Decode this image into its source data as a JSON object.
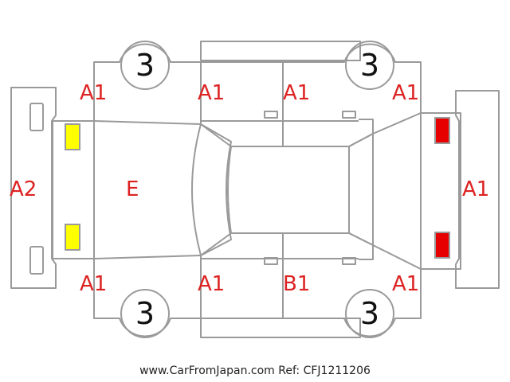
{
  "diagram": {
    "colors": {
      "outline": "#9a9a9a",
      "damage_text": "#dd2222",
      "lamp_front": "#ffff00",
      "lamp_rear": "#e60000"
    },
    "labels": {
      "front_bumper": "A2",
      "rear_bumper": "A1",
      "hood": "E",
      "left_front_fender": "A1",
      "left_front_door": "A1",
      "left_rear_door": "A1",
      "left_rear_fender": "A1",
      "right_front_fender": "A1",
      "right_front_door": "A1",
      "right_rear_door": "B1",
      "right_rear_fender": "A1"
    },
    "wheels": {
      "left_front": "3",
      "left_rear": "3",
      "right_front": "3",
      "right_rear": "3"
    }
  },
  "footer": {
    "text": "www.CarFromJapan.com Ref: CFJ1211206"
  }
}
